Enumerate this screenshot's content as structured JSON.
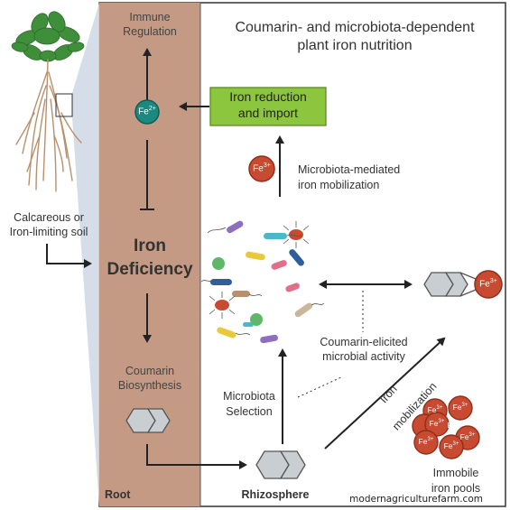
{
  "title_line1": "Coumarin- and microbiota-dependent",
  "title_line2": "plant iron nutrition",
  "root_column": {
    "immune_line1": "Immune",
    "immune_line2": "Regulation",
    "fe2": "Fe",
    "fe2_sup": "2+",
    "deficiency_line1": "Iron",
    "deficiency_line2": "Deficiency",
    "coumarin_line1": "Coumarin",
    "coumarin_line2": "Biosynthesis",
    "root_label": "Root"
  },
  "soil_label_line1": "Calcareous or",
  "soil_label_line2": "Iron-limiting soil",
  "iron_reduction_line1": "Iron reduction",
  "iron_reduction_line2": "and import",
  "fe3_mobile": "Fe",
  "fe3_sup": "3+",
  "microbiota_mobilization_line1": "Microbiota-mediated",
  "microbiota_mobilization_line2": "iron mobilization",
  "coumarin_elicited_line1": "Coumarin-elicited",
  "coumarin_elicited_line2": "microbial activity",
  "microbiota_selection_line1": "Microbiota",
  "microbiota_selection_line2": "Selection",
  "iron_mobilization_line1": "Iron",
  "iron_mobilization_line2": "mobilization",
  "rhizosphere_label": "Rhizosphere",
  "immobile_line1": "Immobile",
  "immobile_line2": "iron pools",
  "complex_fe": "Fe",
  "complex_fe_sup": "3+",
  "pool_fe": [
    "Fe",
    "Fe",
    "Fe",
    "Fe",
    "Fe",
    "Fe",
    "Fe"
  ],
  "pool_fe_sup": "3+",
  "watermark": "modernagriculturefarm.com",
  "colors": {
    "root_band": "#c49a84",
    "green_box": "#8cc63f",
    "fe2_circle": "#1a8a80",
    "fe3_circle": "#c84a30",
    "hexagon": "#c9ced3"
  }
}
